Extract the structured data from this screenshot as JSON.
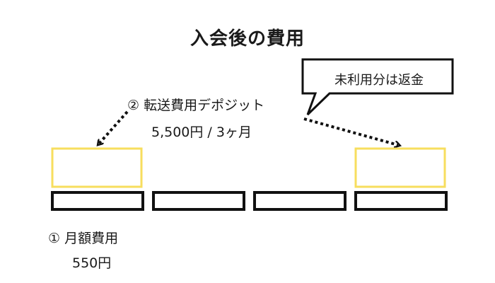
{
  "title": "入会後の費用",
  "callout": {
    "text": "未利用分は返金"
  },
  "deposit": {
    "label": "② 転送費用デポジット",
    "amount": "5,500円 / 3ヶ月"
  },
  "monthly": {
    "label": "① 月額費用",
    "amount": "550円"
  },
  "colors": {
    "deposit_box": "#f7de5e",
    "month_box": "#111111",
    "text": "#1a1a1a",
    "arrow": "#111111"
  },
  "months": {
    "count": 4,
    "deposit_marked": [
      0,
      3
    ]
  }
}
